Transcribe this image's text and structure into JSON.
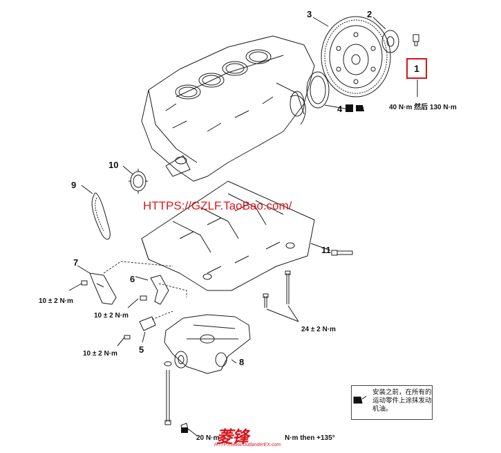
{
  "parts": {
    "p1": "1",
    "p2": "2",
    "p3": "3",
    "p4": "4",
    "p5": "5",
    "p6": "6",
    "p7": "7",
    "p8": "8",
    "p9": "9",
    "p10": "10",
    "p11": "11"
  },
  "torques": {
    "flywheel": "40 N·m 然后 130 N·m",
    "t7": "10 ± 2 N·m",
    "t6": "10 ± 2 N·m",
    "t5": "10 ± 2 N·m",
    "bolts": "24 ± 2 N·m",
    "bottom": "20 N·m",
    "bottom2": "N·m then +135°"
  },
  "watermark": "HTTPS://GZLF.TaoBao.com/",
  "note": "安装之前，在所有的运动零件上涂抹发动机油。",
  "brand": {
    "name": "菱锋",
    "url": "HTTP://www.OutlanderEX.com"
  },
  "colors": {
    "line": "#1a1a1a",
    "accent": "#d5141a"
  }
}
